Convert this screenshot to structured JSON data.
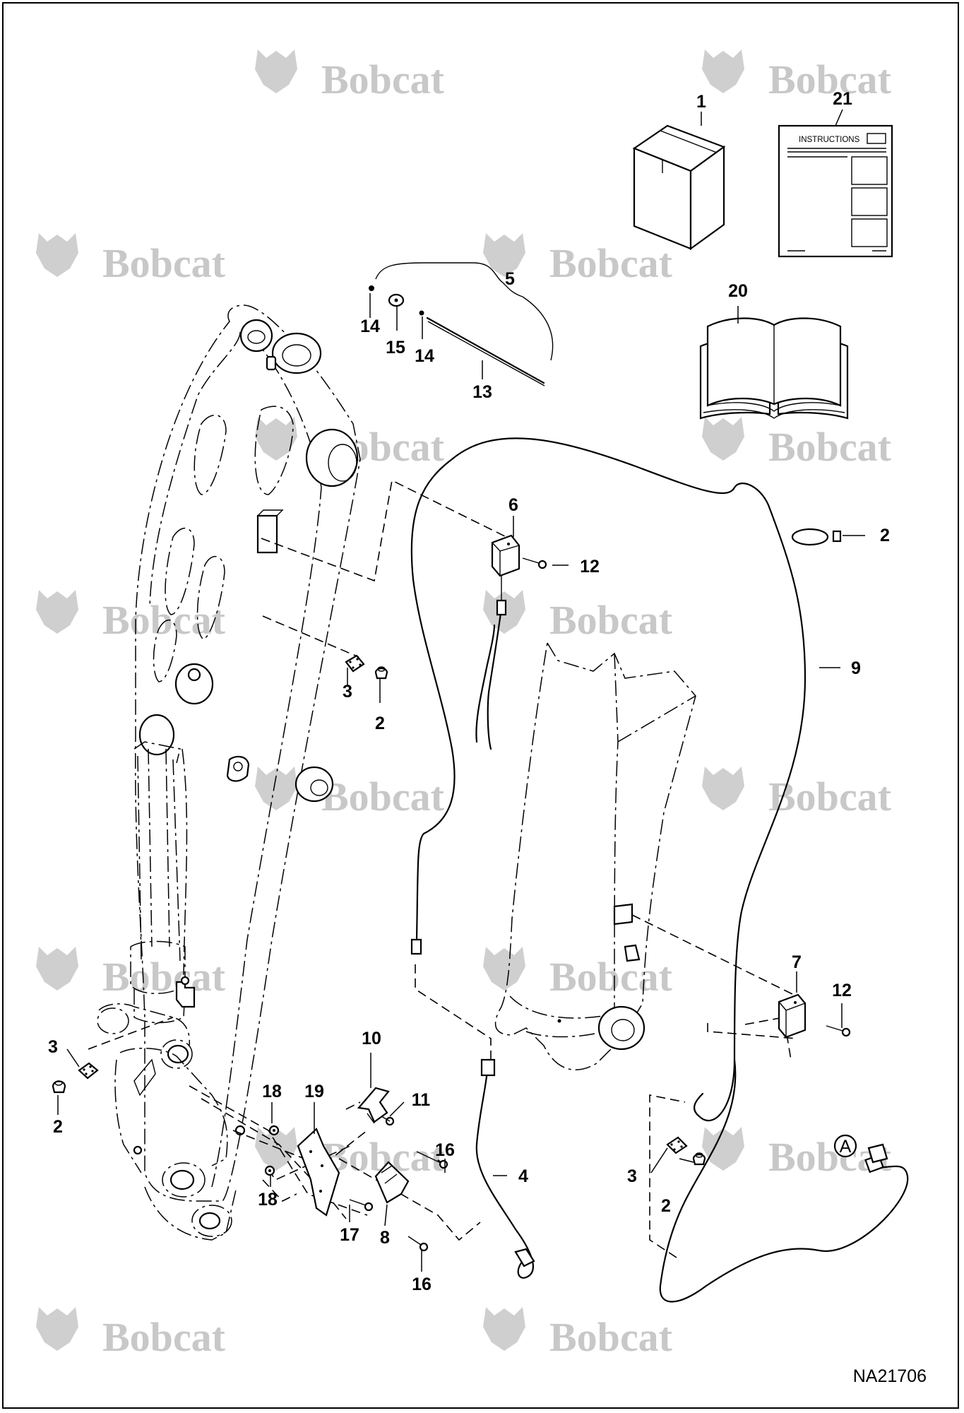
{
  "diagram": {
    "watermark_text": "Bobcat",
    "reference_code": "NA21706",
    "instructions_label": "INSTRUCTIONS",
    "detail_marker": "A",
    "callouts": [
      "1",
      "21",
      "5",
      "14",
      "15",
      "14",
      "13",
      "20",
      "6",
      "12",
      "2",
      "9",
      "3",
      "2",
      "7",
      "12",
      "3",
      "2",
      "10",
      "11",
      "18",
      "19",
      "16",
      "4",
      "3",
      "2",
      "18",
      "17",
      "8",
      "16"
    ]
  }
}
